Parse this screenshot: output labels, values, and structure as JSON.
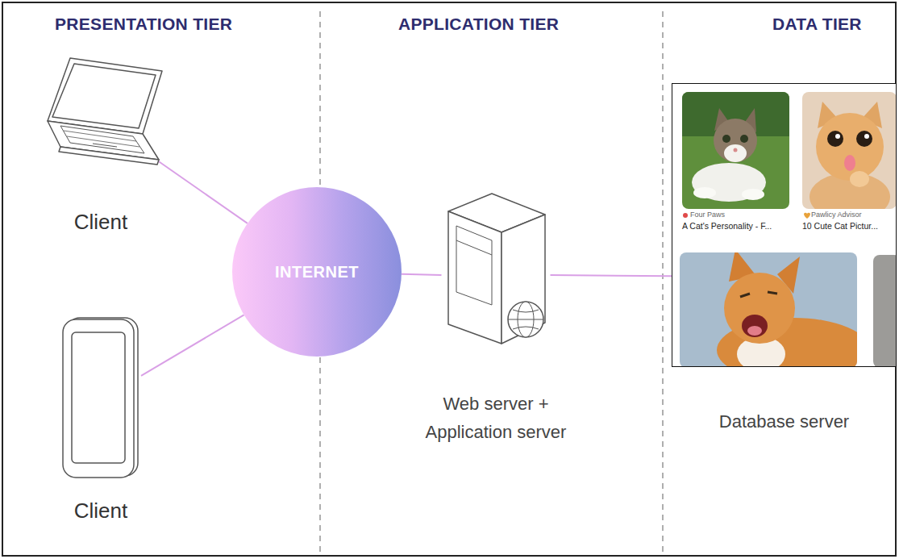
{
  "diagram": {
    "nodes": [
      {
        "text": [
          "Client"
        ]
      },
      {
        "text": [
          "Client"
        ]
      },
      {
        "text": [
          "INTERNET"
        ]
      },
      {
        "text": [
          "Web server + Application server"
        ]
      },
      {
        "text": [
          "Four Paws",
          "A Cat's Personality - F...",
          "Pawlicy Advisor",
          "10 Cute Cat Pictur...",
          "Database server"
        ]
      }
    ],
    "edges": [
      {
        "from": 0,
        "to": 2,
        "arrow": "none"
      },
      {
        "from": 1,
        "to": 2,
        "arrow": "none"
      },
      {
        "from": 2,
        "to": 3,
        "arrow": "none"
      },
      {
        "from": 3,
        "to": 4,
        "arrow": "none"
      }
    ],
    "labels": [
      "PRESENTATION TIER",
      "APPLICATION TIER",
      "DATA TIER"
    ]
  }
}
